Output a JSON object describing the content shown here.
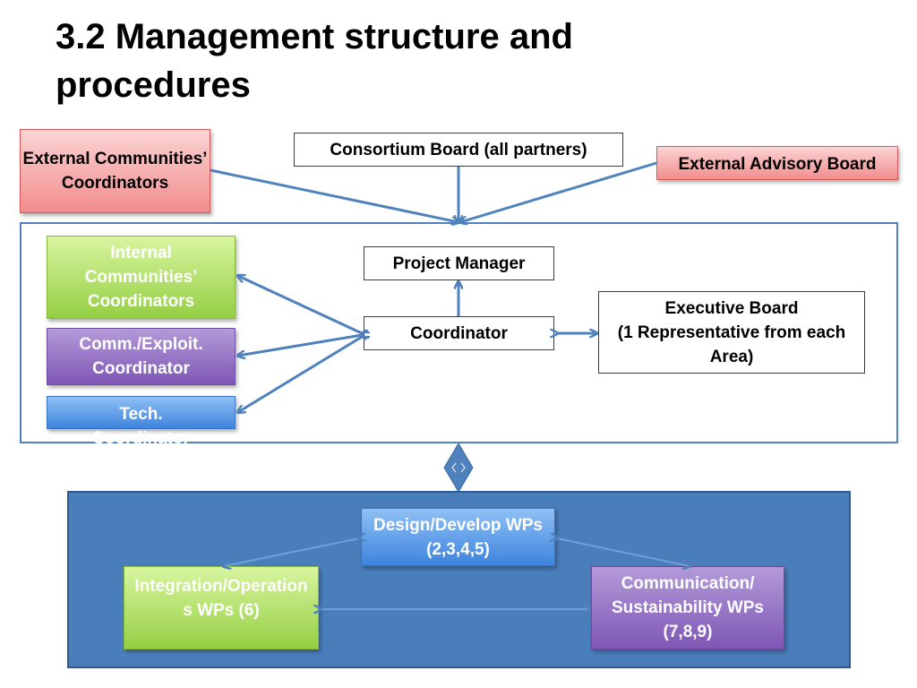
{
  "title": "3.2 Management structure and procedures",
  "boxes": {
    "external_communities": "External Communities’ Coordinators",
    "consortium_board": "Consortium Board (all partners)",
    "external_advisory": "External Advisory Board",
    "internal_communities": "Internal Communities’ Coordinators",
    "comm_exploit": "Comm./Exploit. Coordinator",
    "tech": "Tech. Coordinator",
    "project_manager": "Project Manager",
    "coordinator": "Coordinator",
    "executive_board": "Executive Board\n(1 Representative from each Area)",
    "design_develop": "Design/Develop WPs (2,3,4,5)",
    "integration": "Integration/Operations WPs (6)",
    "communication": "Communication/ Sustainability WPs (7,8,9)"
  },
  "colors": {
    "frame_border": "#4f81bd",
    "work_area_fill": "#4a7ebb",
    "arrow": "#4f81bd"
  }
}
